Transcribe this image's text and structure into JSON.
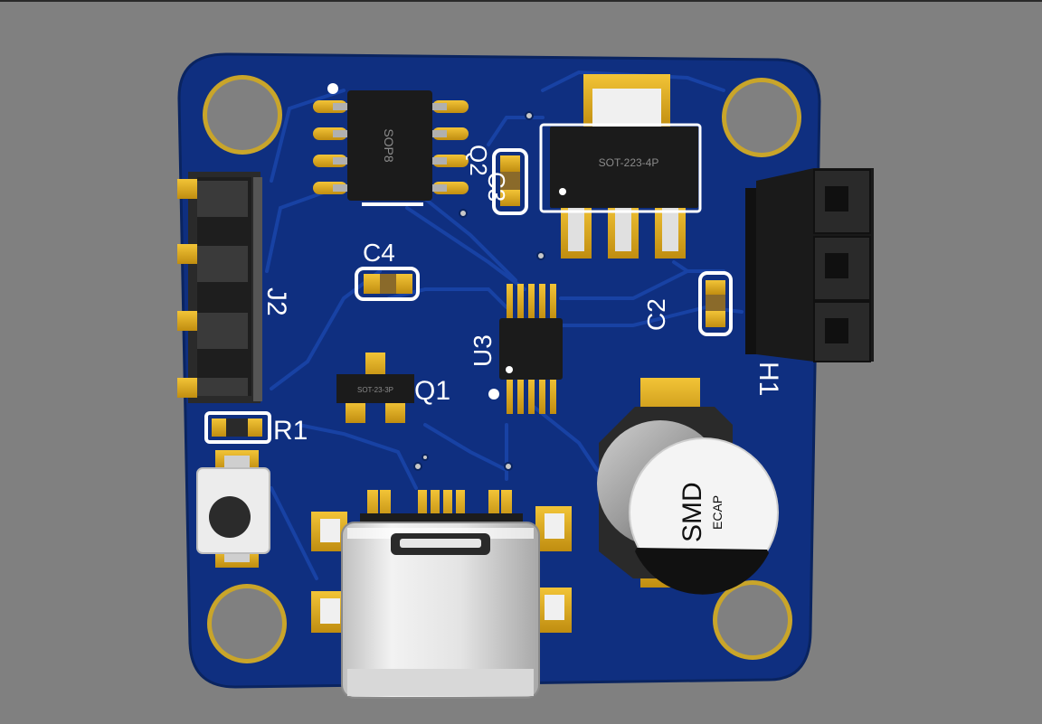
{
  "board": {
    "colors": {
      "background": "#808080",
      "pcb": "#0f2f80",
      "pcb_trace": "#173d99",
      "silkscreen": "#ffffff",
      "pad_gold": "#d9a81c",
      "ic_body": "#1b1b1b",
      "header_plastic": "#1a1a1a",
      "ecap_sleeve": "#e8e8e8"
    },
    "labels": {
      "sop8_body": "SOP8",
      "c4": "C4",
      "c3": "C3",
      "q2": "Q2",
      "sot223_body": "SOT-223-4P",
      "j2": "J2",
      "c2": "C2",
      "h1": "H1",
      "u3": "U3",
      "q1": "Q1",
      "sot23_body": "SOT-23-3P",
      "r1": "R1",
      "ecap_main": "SMD",
      "ecap_sub": "ECAP"
    }
  }
}
